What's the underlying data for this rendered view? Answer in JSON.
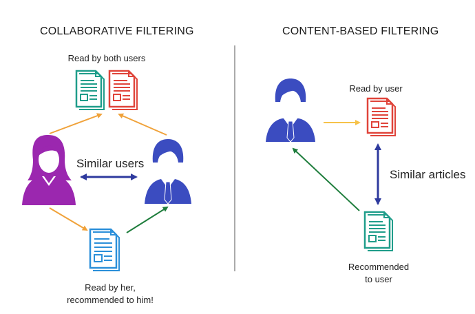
{
  "left": {
    "title": "COLLABORATIVE FILTERING",
    "read_by_both": "Read by both users",
    "similar_users": "Similar users",
    "read_by_her_line1": "Read by her,",
    "read_by_her_line2": "recommended to him!"
  },
  "right": {
    "title": "CONTENT-BASED FILTERING",
    "read_by_user": "Read by user",
    "similar_articles": "Similar articles",
    "recommended_line1": "Recommended",
    "recommended_line2": "to user"
  },
  "colors": {
    "teal": "#1f9d8a",
    "red": "#e0443a",
    "blue_doc": "#2b8fd9",
    "purple": "#9b27af",
    "navy": "#2e3a9e",
    "man_blue": "#3b4cc0",
    "orange": "#f0a23a",
    "yellow": "#f6c24a",
    "green": "#1e7d3c"
  }
}
